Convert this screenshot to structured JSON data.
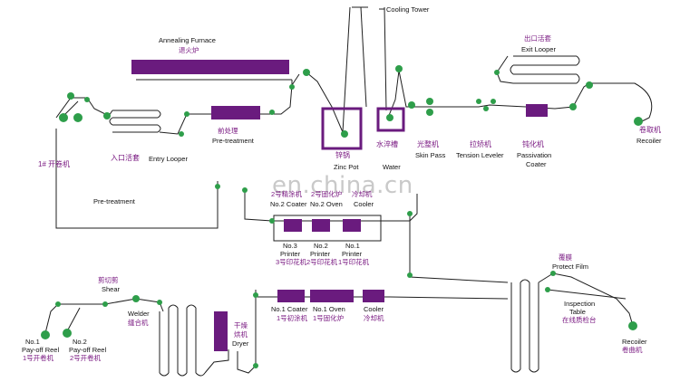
{
  "colors": {
    "line": "#1f1f1f",
    "roller": "#2e9e4a",
    "equipment": "#6a1b7e",
    "chinese_text": "#7a1a82",
    "watermark": "#c9c9c9"
  },
  "watermark": "en.china.cn",
  "top_line": {
    "annealing_furnace_en": "Annealing Furnace",
    "annealing_furnace_zh": "退火炉",
    "cooling_tower": "Cooling Tower",
    "exit_looper_zh": "出口活套",
    "exit_looper_en": "Exit Looper",
    "pretreatment_zh": "前处理",
    "pretreatment_en": "Pre-treatment",
    "entry_looper_zh": "入口活套",
    "entry_looper_en": "Entry  Looper",
    "uncoiler_zh": "1# 开卷机",
    "pretreatment2_en": "Pre-treatment",
    "zinc_pot_zh": "锌锅",
    "zinc_pot_en": "Zinc Pot",
    "water_tank_zh": "水淬槽",
    "water_tank_en": "Water",
    "skin_pass_zh": "光整机",
    "skin_pass_en": "Skin Pass",
    "tension_leveler_zh": "拉矫机",
    "tension_leveler_en": "Tension Leveler",
    "passivation_zh": "钝化机",
    "passivation_en1": "Passivation",
    "passivation_en2": "Coater",
    "recoiler_zh": "卷取机",
    "recoiler_en": "Recoiler"
  },
  "bottom_line": {
    "no2_coater_zh": "2号精涂机",
    "no2_coater_en": "No.2 Coater",
    "no2_oven_zh": "2号固化炉",
    "no2_oven_en": "No.2 Oven",
    "cooler_top_zh": "冷却机",
    "cooler_top_en": "Cooler",
    "no3_printer_en1": "No.3",
    "no3_printer_en2": "Printer",
    "no3_printer_zh": "3号印花机",
    "no2_printer_en1": "No.2",
    "no2_printer_en2": "Printer",
    "no2_printer_zh": "2号印花机",
    "no1_printer_en1": "No.1",
    "no1_printer_en2": "Printer",
    "no1_printer_zh": "1号印花机",
    "shear_zh": "剪切剪",
    "shear_en": "Shear",
    "welder_en": "Welder",
    "welder_zh": "缝合机",
    "payoff1_en1": "No.1",
    "payoff1_en2": "Pay-off Reel",
    "payoff1_zh": "1号开卷机",
    "payoff2_en1": "No.2",
    "payoff2_en2": "Pay-off Reel",
    "payoff2_zh": "2号开卷机",
    "dryer_zh1": "干燥",
    "dryer_zh2": "烘机",
    "dryer_en": "Dryer",
    "no1_coater_en": "No.1 Coater",
    "no1_coater_zh": "1号初涂机",
    "no1_oven_en": "No.1  Oven",
    "no1_oven_zh": "1号固化炉",
    "cooler_en": "Cooler",
    "cooler_zh": "冷却机",
    "protect_film_zh": "覆膜",
    "protect_film_en": "Protect Film",
    "inspection_en1": "Inspection",
    "inspection_en2": "Table",
    "inspection_zh": "在线质检台",
    "recoiler2_en": "Recoiler",
    "recoiler2_zh": "卷曲机"
  }
}
